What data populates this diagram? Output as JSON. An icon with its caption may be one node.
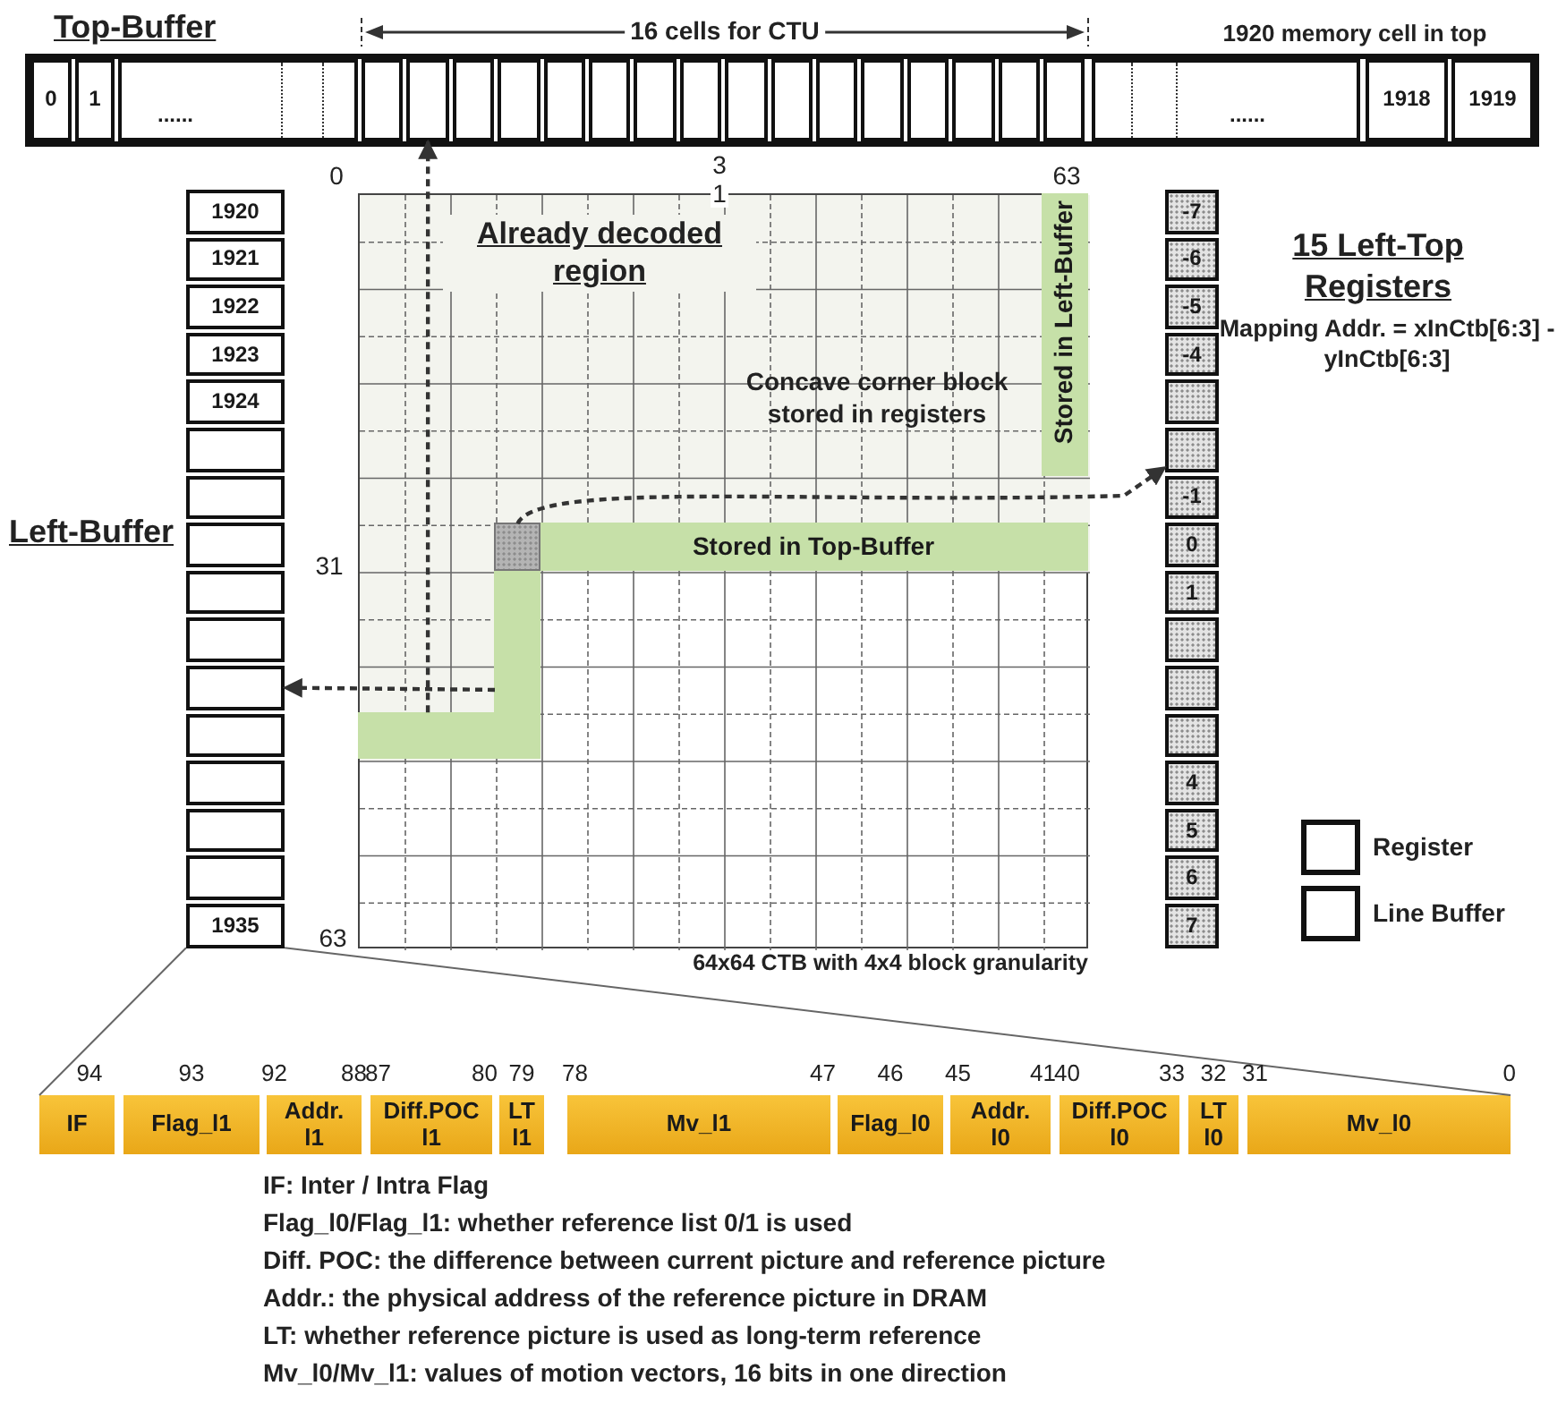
{
  "diagram": {
    "nodes": [
      {
        "text": [
          "Top-Buffer"
        ]
      },
      {
        "text": [
          "0"
        ],
        "in": 0
      },
      {
        "text": [
          "1"
        ],
        "in": 0
      },
      {
        "text": [
          "......"
        ],
        "in": 0
      },
      {
        "text": [],
        "shape": "box",
        "in": 0
      },
      {
        "text": [],
        "shape": "box",
        "in": 0
      },
      {
        "text": [],
        "shape": "box",
        "in": 0
      },
      {
        "text": [],
        "shape": "box",
        "in": 0
      },
      {
        "text": [],
        "shape": "box",
        "in": 0
      },
      {
        "text": [],
        "shape": "box",
        "in": 0
      },
      {
        "text": [],
        "shape": "box",
        "in": 0
      },
      {
        "text": [],
        "shape": "box",
        "in": 0
      },
      {
        "text": [],
        "shape": "box",
        "in": 0
      },
      {
        "text": [],
        "shape": "box",
        "in": 0
      },
      {
        "text": [],
        "shape": "box",
        "in": 0
      },
      {
        "text": [],
        "shape": "box",
        "in": 0
      },
      {
        "text": [],
        "shape": "box",
        "in": 0
      },
      {
        "text": [],
        "shape": "box",
        "in": 0
      },
      {
        "text": [],
        "shape": "box",
        "in": 0
      },
      {
        "text": [],
        "shape": "box",
        "in": 0
      },
      {
        "text": [
          "......"
        ],
        "in": 0
      },
      {
        "text": [
          "1918"
        ],
        "in": 0
      },
      {
        "text": [
          "1919"
        ],
        "in": 0
      },
      {
        "text": [
          "Left-Buffer"
        ]
      },
      {
        "text": [
          "1920"
        ],
        "in": 23
      },
      {
        "text": [
          "1921"
        ],
        "in": 23
      },
      {
        "text": [
          "1922"
        ],
        "in": 23
      },
      {
        "text": [
          "1923"
        ],
        "in": 23
      },
      {
        "text": [
          "1924"
        ],
        "in": 23
      },
      {
        "text": [],
        "shape": "box",
        "in": 23
      },
      {
        "text": [],
        "shape": "box",
        "in": 23
      },
      {
        "text": [],
        "shape": "box",
        "in": 23
      },
      {
        "text": [],
        "shape": "box",
        "in": 23
      },
      {
        "text": [],
        "shape": "box",
        "in": 23
      },
      {
        "text": [],
        "shape": "box",
        "in": 23
      },
      {
        "text": [],
        "shape": "box",
        "in": 23
      },
      {
        "text": [],
        "shape": "box",
        "in": 23
      },
      {
        "text": [],
        "shape": "box",
        "in": 23
      },
      {
        "text": [],
        "shape": "box",
        "in": 23
      },
      {
        "text": [
          "1935"
        ],
        "in": 23
      },
      {
        "text": [],
        "shape": "box"
      },
      {
        "text": [
          "Stored in Left-Buffer"
        ],
        "in": 40
      },
      {
        "text": [],
        "shape": "box",
        "in": 40
      },
      {
        "text": [
          "Stored in Top-Buffer"
        ],
        "in": 40
      },
      {
        "text": [],
        "shape": "bar",
        "in": 40
      },
      {
        "text": [],
        "shape": "bar",
        "in": 40
      },
      {
        "text": [],
        "shape": "bar"
      },
      {
        "text": [
          "-7"
        ],
        "in": 46
      },
      {
        "text": [
          "-6"
        ],
        "in": 46
      },
      {
        "text": [
          "-5"
        ],
        "in": 46
      },
      {
        "text": [
          "-4"
        ],
        "in": 46
      },
      {
        "text": [],
        "shape": "box",
        "in": 46
      },
      {
        "text": [],
        "shape": "box",
        "in": 46
      },
      {
        "text": [
          "-1"
        ],
        "in": 46
      },
      {
        "text": [
          "0"
        ],
        "in": 46
      },
      {
        "text": [
          "1"
        ],
        "in": 46
      },
      {
        "text": [],
        "shape": "box",
        "in": 46
      },
      {
        "text": [],
        "shape": "box",
        "in": 46
      },
      {
        "text": [],
        "shape": "box",
        "in": 46
      },
      {
        "text": [
          "4"
        ],
        "in": 46
      },
      {
        "text": [
          "5"
        ],
        "in": 46
      },
      {
        "text": [
          "6"
        ],
        "in": 46
      },
      {
        "text": [
          "7"
        ],
        "in": 46
      },
      {
        "text": [
          "IF"
        ],
        "beside": [
          "94"
        ]
      },
      {
        "text": [
          "Flag_l1"
        ],
        "beside": [
          "93"
        ]
      },
      {
        "text": [
          "Addr. l1"
        ],
        "beside": [
          "92",
          "88"
        ]
      },
      {
        "text": [
          "Diff.POC l1"
        ],
        "beside": [
          "87",
          "80"
        ]
      },
      {
        "text": [
          "LT l1"
        ],
        "beside": [
          "79"
        ]
      },
      {
        "text": [
          "Mv_l1"
        ],
        "beside": [
          "78",
          "47"
        ]
      },
      {
        "text": [
          "Flag_l0"
        ],
        "beside": [
          "46"
        ]
      },
      {
        "text": [
          "Addr. l0"
        ],
        "beside": [
          "45",
          "41"
        ]
      },
      {
        "text": [
          "Diff.POC l0"
        ],
        "beside": [
          "40",
          "33"
        ]
      },
      {
        "text": [
          "LT l0"
        ],
        "beside": [
          "32"
        ]
      },
      {
        "text": [
          "Mv_l0"
        ],
        "beside": [
          "31",
          "0"
        ]
      }
    ],
    "edges": [
      {
        "from": 45,
        "to": 5,
        "arrow": "to",
        "style": "dashed"
      },
      {
        "from": 42,
        "to": 52,
        "arrow": "to",
        "style": "dashed",
        "label": "Concave corner block stored in registers"
      },
      {
        "from": 44,
        "to": 34,
        "arrow": "to",
        "style": "dashed"
      },
      {
        "from": 39,
        "to": 63,
        "arrow": "none"
      },
      {
        "from": 39,
        "to": 73,
        "arrow": "none"
      }
    ],
    "labels": [
      "16 cells for CTU",
      "1920 memory cell in top",
      "0",
      "3 1",
      "63",
      "15 Left-Top Registers",
      "Already decoded region",
      "Mapping Addr. = xInCtb[6:3] - yInCtb[6:3]",
      "31",
      "63",
      "64x64 CTB with 4x4 block granularity",
      "IF: Inter / Intra Flag",
      "Flag_l0/Flag_l1: whether reference list 0/1 is used",
      "Diff. POC: the difference between current picture and reference picture",
      "Addr.: the physical address of the reference picture in DRAM",
      "LT: whether reference picture is used as long-term reference",
      "Mv_l0/Mv_l1: values of motion vectors, 16 bits in one direction"
    ],
    "legend": [
      {
        "text": "Register"
      },
      {
        "text": "Line Buffer"
      }
    ]
  }
}
